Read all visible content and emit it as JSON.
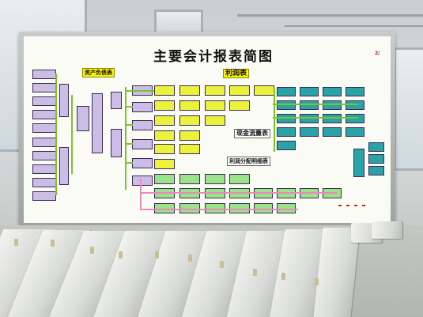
{
  "board": {
    "title": "主要会计报表简图",
    "corner_mark": "2/",
    "section_balance": "资产负债表",
    "section_income": "利润表",
    "section_cashflow": "现金流量表",
    "section_profit_dist": "利润分配明细表"
  },
  "colors": {
    "board_bg": "#fbfbf6",
    "heading_fill": "#fff200",
    "box_lavender": "#cbbde6",
    "box_yellow": "#ecf13a",
    "box_teal": "#2aa3a7",
    "box_green": "#9be38a",
    "connector_green": "#7cc32b",
    "connector_pink": "#e88bb9"
  }
}
